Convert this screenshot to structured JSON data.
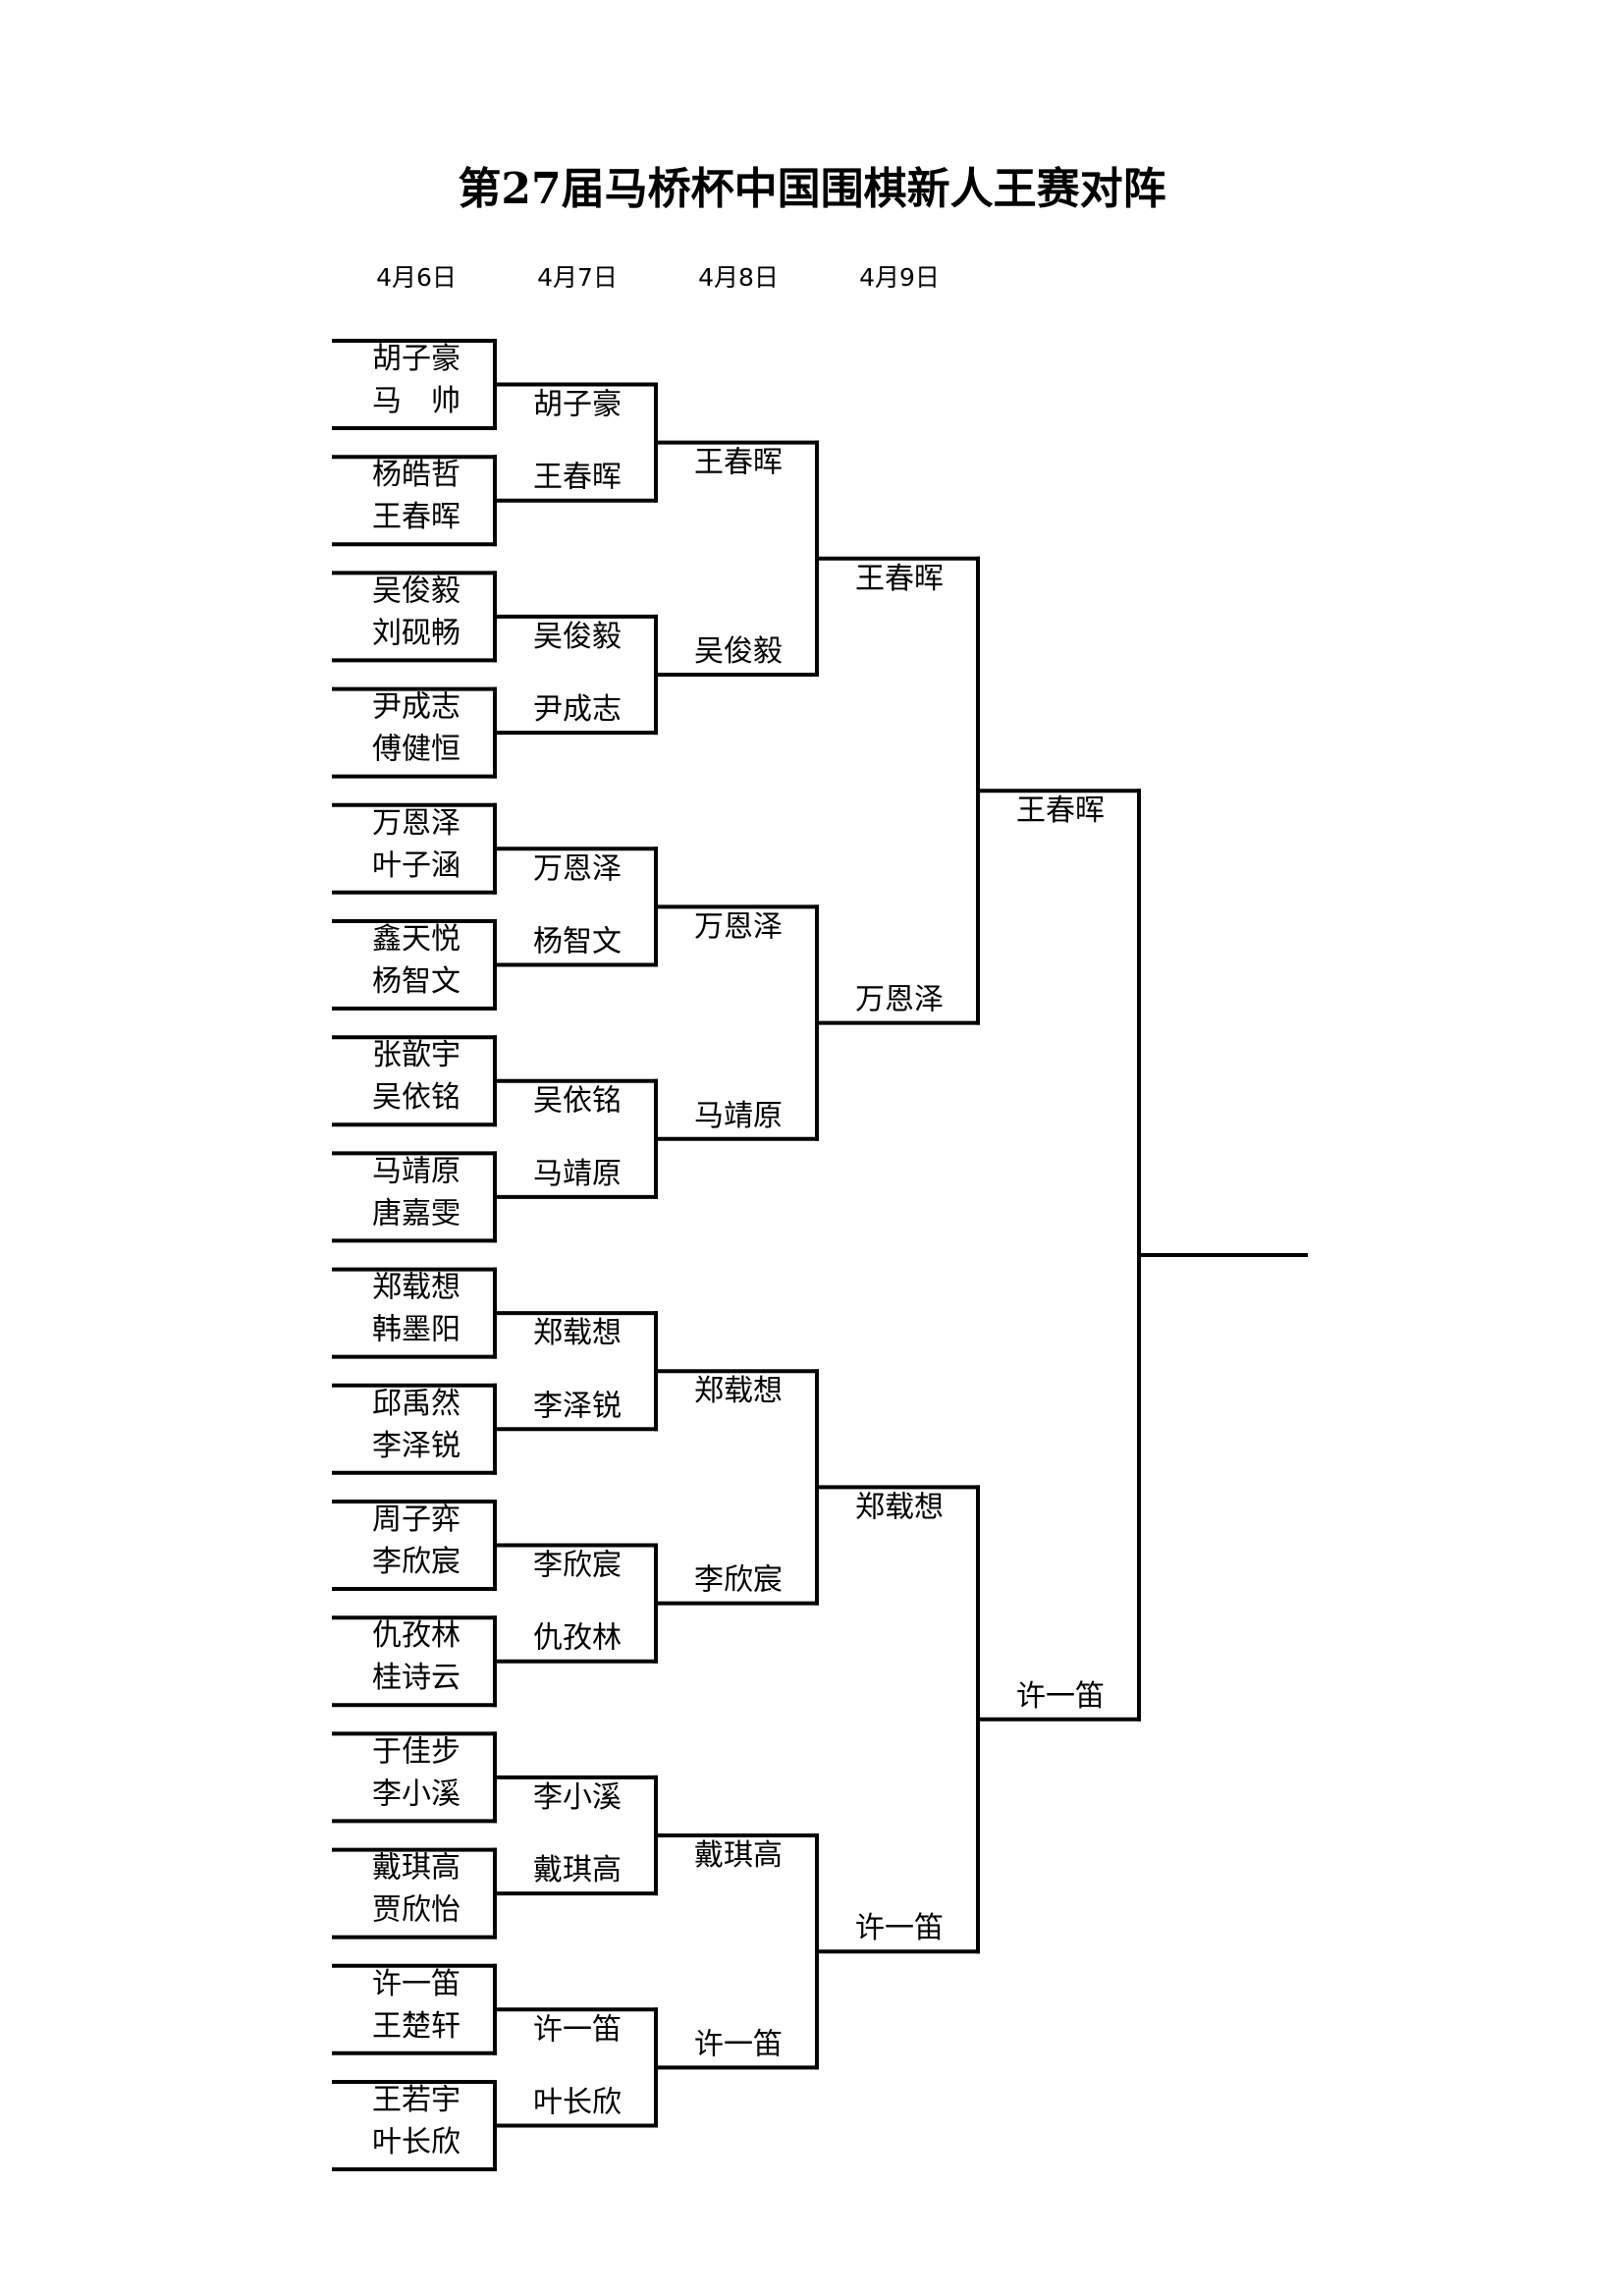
{
  "title": "第27届马桥杯中国围棋新人王赛对阵",
  "dates": [
    "4月6日",
    "4月7日",
    "4月8日",
    "4月9日"
  ],
  "round1_pairs": [
    [
      "胡子豪",
      "马　帅"
    ],
    [
      "杨皓哲",
      "王春晖"
    ],
    [
      "吴俊毅",
      "刘砚畅"
    ],
    [
      "尹成志",
      "傅健恒"
    ],
    [
      "万恩泽",
      "叶子涵"
    ],
    [
      "鑫天悦",
      "杨智文"
    ],
    [
      "张歆宇",
      "吴依铭"
    ],
    [
      "马靖原",
      "唐嘉雯"
    ],
    [
      "郑载想",
      "韩墨阳"
    ],
    [
      "邱禹然",
      "李泽锐"
    ],
    [
      "周子弈",
      "李欣宸"
    ],
    [
      "仇孜林",
      "桂诗云"
    ],
    [
      "于佳步",
      "李小溪"
    ],
    [
      "戴琪高",
      "贾欣怡"
    ],
    [
      "许一笛",
      "王楚轩"
    ],
    [
      "王若宇",
      "叶长欣"
    ]
  ],
  "round2_winners": [
    "胡子豪",
    "王春晖",
    "吴俊毅",
    "尹成志",
    "万恩泽",
    "杨智文",
    "吴依铭",
    "马靖原",
    "郑载想",
    "李泽锐",
    "李欣宸",
    "仇孜林",
    "李小溪",
    "戴琪高",
    "许一笛",
    "叶长欣"
  ],
  "round3_winners": [
    "王春晖",
    "吴俊毅",
    "万恩泽",
    "马靖原",
    "郑载想",
    "李欣宸",
    "戴琪高",
    "许一笛"
  ],
  "round4_winners": [
    "王春晖",
    "万恩泽",
    "郑载想",
    "许一笛"
  ],
  "semifinal_winners": [
    "王春晖",
    "许一笛"
  ]
}
